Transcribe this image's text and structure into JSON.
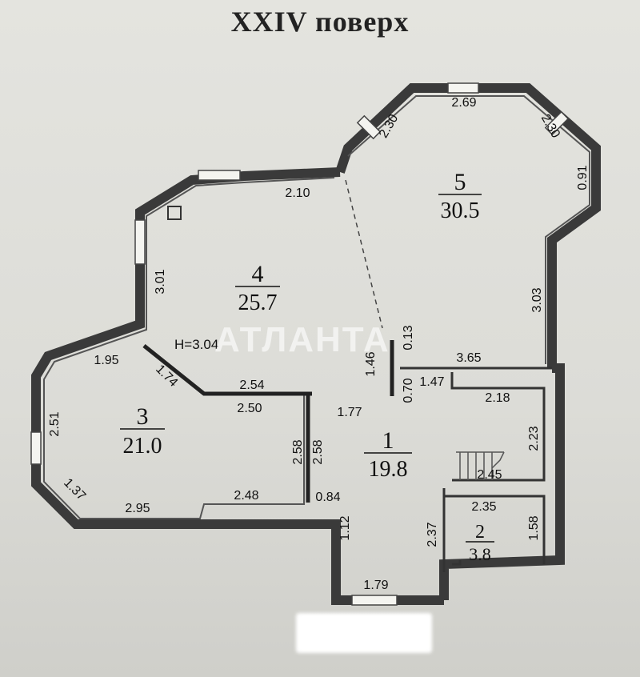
{
  "title": "XXIV поверх",
  "watermark": "АТЛАНТА",
  "rooms": [
    {
      "number": "1",
      "area": "19.8"
    },
    {
      "number": "2",
      "area": "3.8"
    },
    {
      "number": "3",
      "area": "21.0"
    },
    {
      "number": "4",
      "area": "25.7"
    },
    {
      "number": "5",
      "area": "30.5"
    }
  ],
  "ceiling_height": "H=3.04",
  "dimensions": {
    "r5_top": "2.69",
    "r5_diag_left": "2.30",
    "r5_diag_right": "2.30",
    "r5_right_upper": "0.91",
    "r5_right_lower": "3.03",
    "r5_bottom": "3.65",
    "r4_top": "2.10",
    "r4_left": "3.01",
    "r4_bottom": "2.54",
    "r4_inner": "1.46",
    "r4_stub": "0.13",
    "r3_top": "1.95",
    "r3_diag": "1.74",
    "r3_top_inner": "2.50",
    "r3_left": "2.51",
    "r3_corner": "1.37",
    "r3_bottom_left": "2.95",
    "r3_bottom_right": "2.48",
    "r1_wall_left": "2.58",
    "r1_wall_right": "2.58",
    "r1_top": "1.77",
    "r1_stub": "0.70",
    "r1_upper": "1.47",
    "r1_stair_top": "2.18",
    "r1_right": "2.23",
    "r1_stair_bottom": "2.45",
    "r1_small": "0.84",
    "r1_lower_left": "1.12",
    "r1_bottom": "1.79",
    "r2_top": "2.35",
    "r2_left": "2.37",
    "r2_right": "1.58"
  }
}
